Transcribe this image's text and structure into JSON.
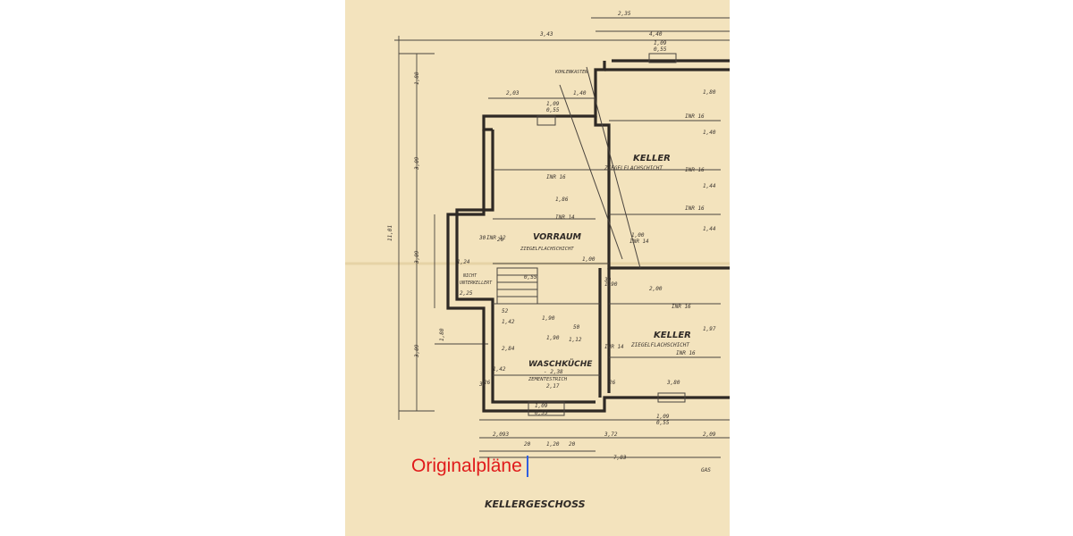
{
  "caption": {
    "text": "Originalpläne"
  },
  "plan": {
    "title": "KELLERGESCHOSS",
    "rooms": {
      "keller_top": {
        "name": "KELLER",
        "floor": "ZIEGELFLACHSCHICHT"
      },
      "vorraum": {
        "name": "VORRAUM",
        "floor": "ZIEGELFLACHSCHICHT"
      },
      "keller_bottom": {
        "name": "KELLER",
        "floor": "ZIEGELFLACHSCHICHT"
      },
      "waschkueche": {
        "name": "WASCHKÜCHE",
        "level": "- 2,38",
        "floor": "ZEMENTESTRICH",
        "height": "2,17"
      },
      "nicht_entkellert": {
        "line1": "NICHT",
        "line2": "UNTERKELLERT"
      },
      "kohlenkasten": "KOHLENKASTEN",
      "gas": "GAS"
    },
    "dims_top": [
      "2,35",
      "4,40",
      "3,43",
      "1,09",
      "0,55",
      "2,03",
      "1,40",
      "1,09",
      "0,55"
    ],
    "dims_bottom": [
      "1,09",
      "0,55",
      "1,09",
      "0,55",
      "2,093",
      "3,72",
      "2,09",
      "20",
      "1,20",
      "20",
      "7,83"
    ],
    "dims_left": [
      "1,80",
      "3,09",
      "11,01",
      "3,09",
      "3,09",
      "1,80"
    ],
    "dims_inner": [
      "INR 16",
      "1,80",
      "1,40",
      "INR 16",
      "1,44",
      "INR 16",
      "1,44",
      "INR 16",
      "1,86",
      "INR 14",
      "1,00",
      "INR 14",
      "1,00",
      "INR 12",
      "1,24",
      "2,25",
      "30",
      "26",
      "0,55",
      "2,00",
      "INR 16",
      "1,97",
      "INR 16",
      "3,80",
      "26",
      "26",
      "1,42",
      "2,84",
      "1,42",
      "52",
      "1,90",
      "1,90",
      "1,12",
      "50",
      "30",
      "39",
      "1,90",
      "INR 14"
    ]
  }
}
